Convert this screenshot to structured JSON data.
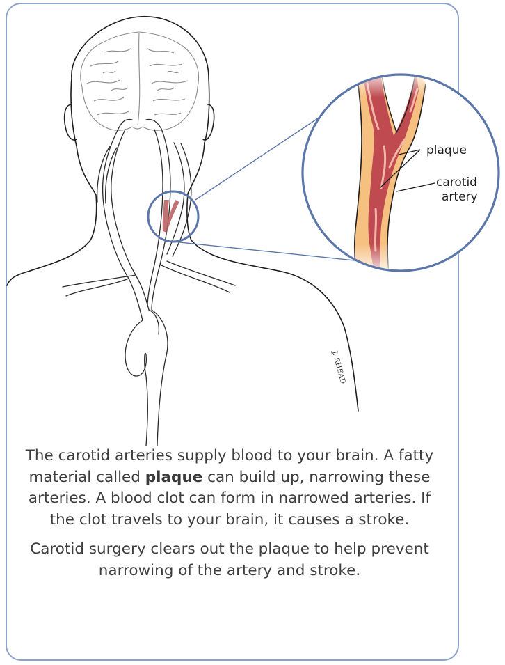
{
  "callouts": {
    "plaque": "plaque",
    "carotid_line1": "carotid",
    "carotid_line2": "artery"
  },
  "signature": "J. RHEAD",
  "caption": {
    "p1_before": "The carotid arteries supply blood to your brain. A fatty material called ",
    "p1_bold": "plaque",
    "p1_after": " can build up, narrowing these arteries. A blood clot can form in narrowed arteries. If the clot travels to your brain, it causes a stroke.",
    "p2": "Carotid surgery clears out the plaque to help prevent narrowing of the artery and stroke."
  },
  "colors": {
    "frame": "#8da2c9",
    "magnifier": "#5b76a8",
    "artery_wall": "#f7c383",
    "plaque": "#c0454b",
    "blood": "#b84a4e"
  }
}
